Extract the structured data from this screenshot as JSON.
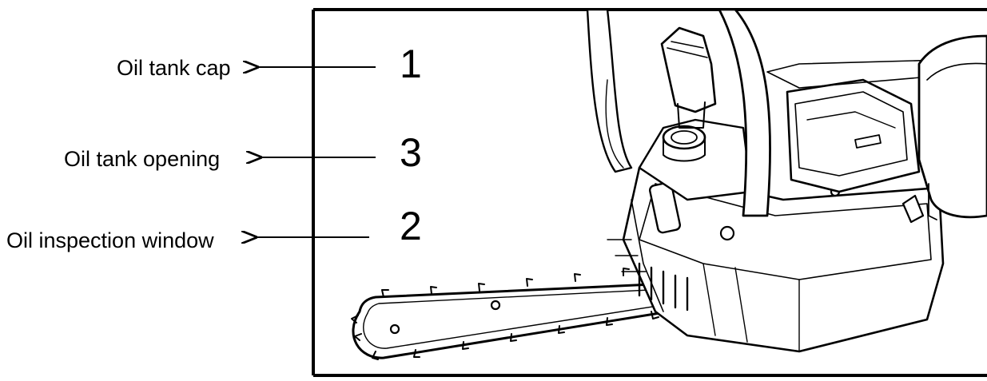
{
  "callouts": [
    {
      "number": "1",
      "label": "Oil tank cap"
    },
    {
      "number": "3",
      "label": "Oil tank opening"
    },
    {
      "number": "2",
      "label": "Oil inspection window"
    }
  ],
  "colors": {
    "line": "#000000",
    "background": "#ffffff"
  }
}
